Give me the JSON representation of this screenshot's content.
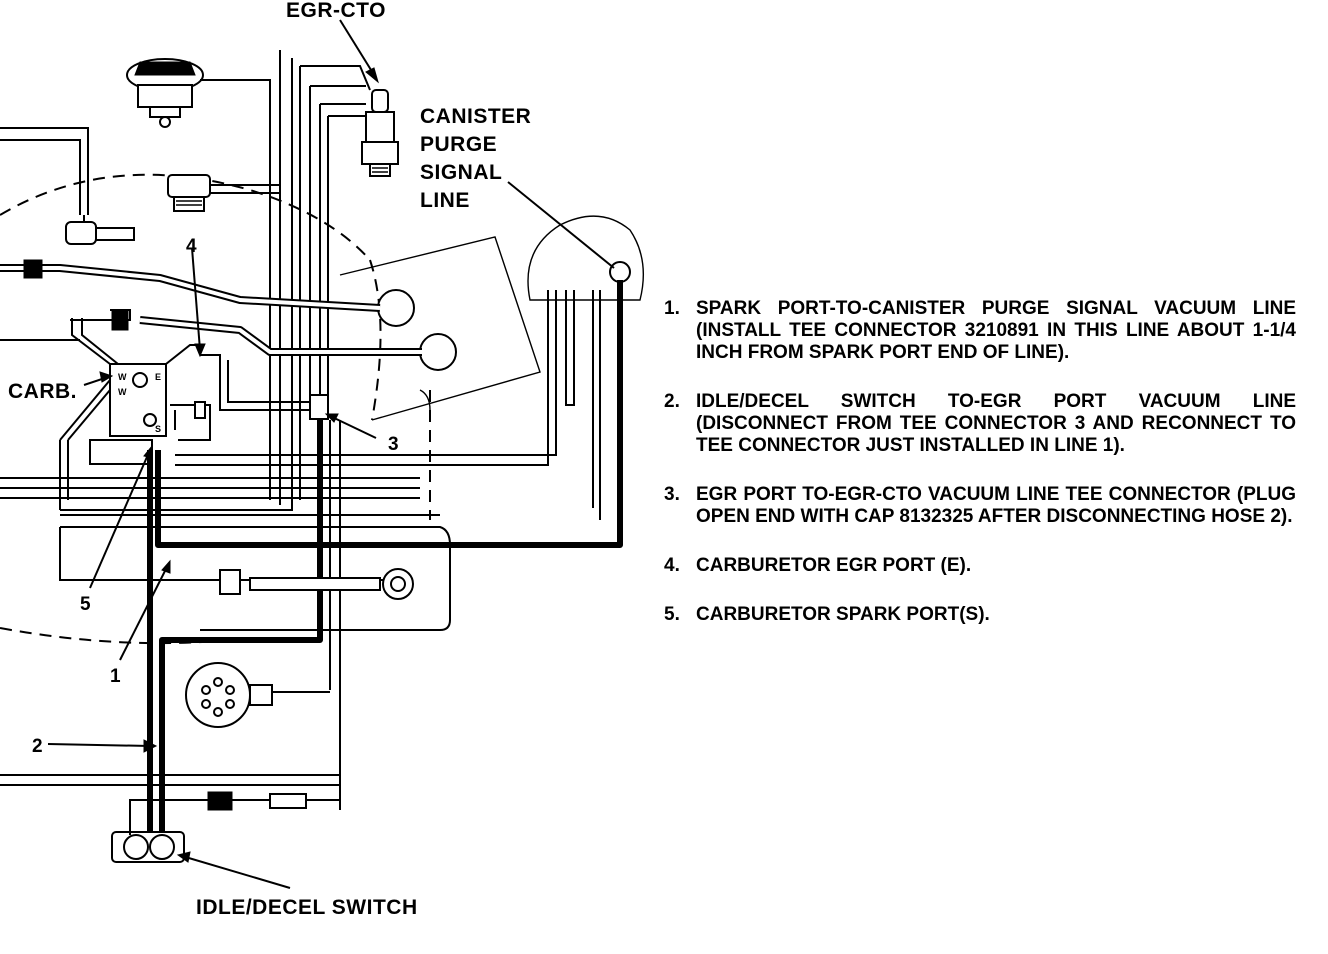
{
  "labels": {
    "egr_cto": "EGR-CTO",
    "canister_line1": "CANISTER",
    "canister_line2": "PURGE",
    "canister_line3": "SIGNAL",
    "canister_line4": "LINE",
    "carb": "CARB.",
    "idle_decel_switch": "IDLE/DECEL SWITCH",
    "callout_1": "1",
    "callout_2": "2",
    "callout_3": "3",
    "callout_4": "4",
    "callout_5": "5",
    "carb_port_w1": "W",
    "carb_port_w2": "W",
    "carb_port_e": "E",
    "carb_port_s": "S"
  },
  "legend": [
    {
      "number": "1.",
      "text": "SPARK PORT-TO-CANISTER PURGE SIGNAL VACUUM LINE (INSTALL TEE CONNECTOR 3210891 IN THIS LINE ABOUT 1-1/4 INCH FROM SPARK PORT END OF LINE)."
    },
    {
      "number": "2.",
      "text": "IDLE/DECEL SWITCH TO-EGR PORT VACUUM LINE (DISCONNECT FROM TEE CONNECTOR 3 AND RECONNECT TO TEE CONNECTOR JUST INSTALLED IN LINE 1)."
    },
    {
      "number": "3.",
      "text": "EGR PORT TO-EGR-CTO VACUUM LINE TEE CONNECTOR (PLUG OPEN END WITH CAP 8132325 AFTER DISCONNECTING HOSE 2)."
    },
    {
      "number": "4.",
      "text": "CARBURETOR EGR PORT (E)."
    },
    {
      "number": "5.",
      "text": "CARBURETOR SPARK PORT(S)."
    }
  ]
}
